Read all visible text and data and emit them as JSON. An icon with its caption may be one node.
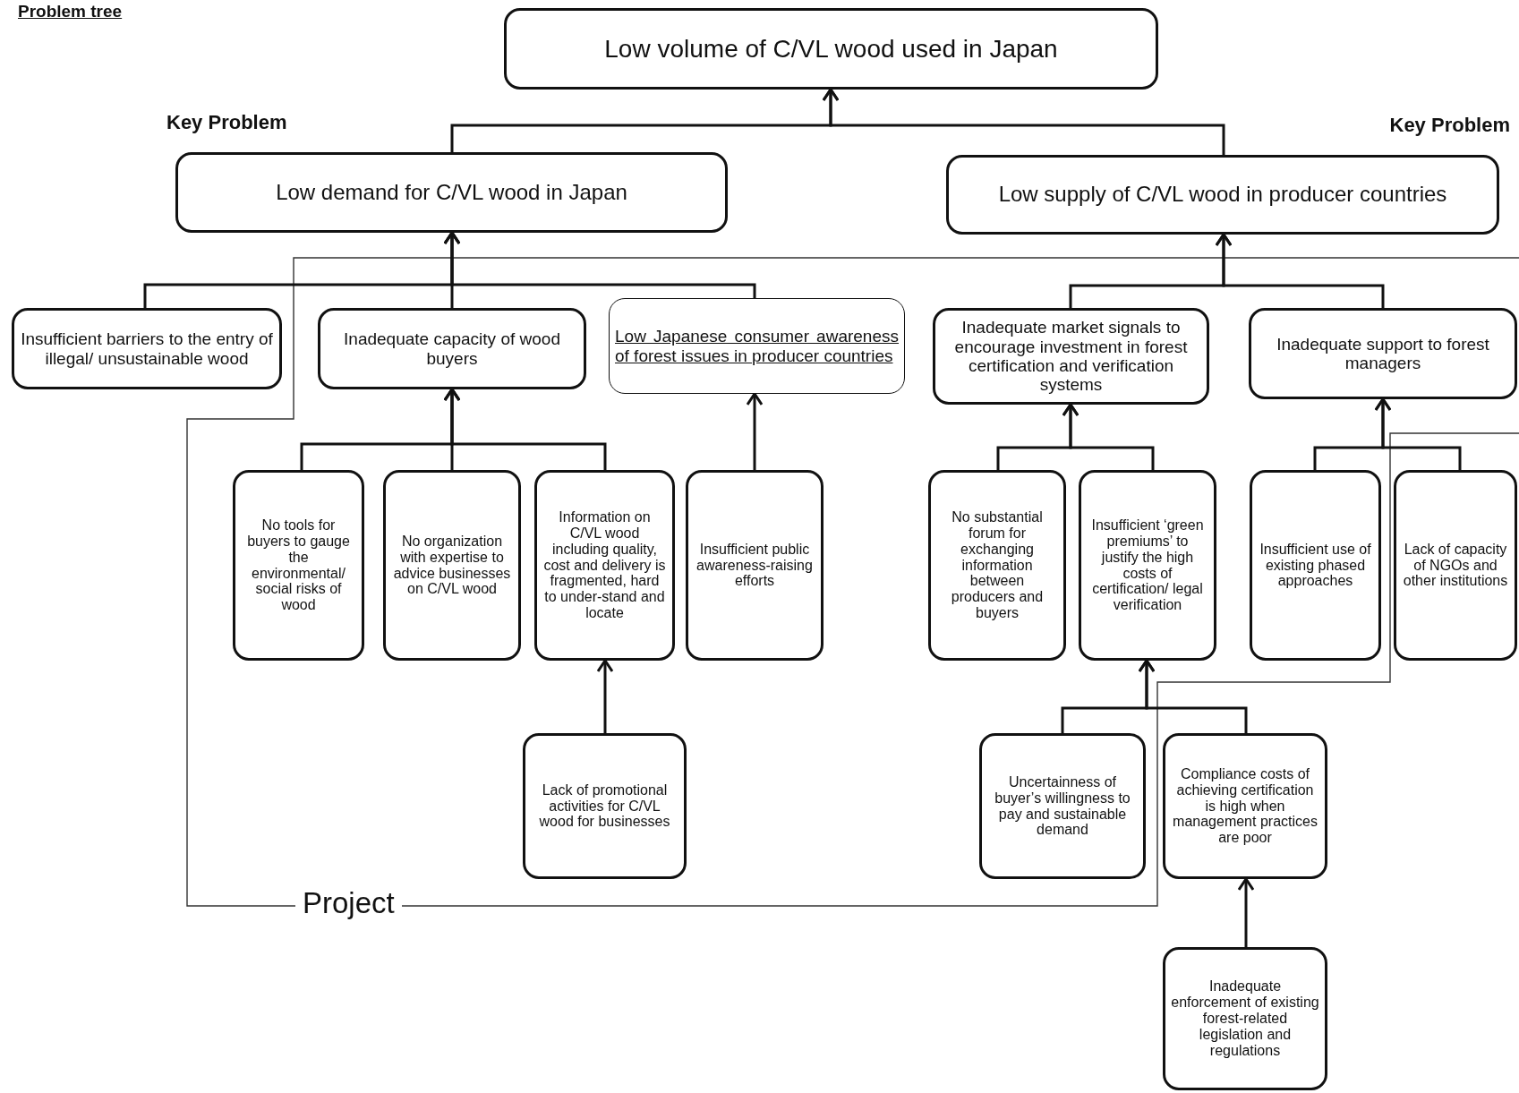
{
  "diagram": {
    "title": "Problem tree",
    "nodes": [
      {
        "text": [
          "Low volume of C/VL wood used in Japan"
        ]
      },
      {
        "text": [
          "Low demand for C/VL wood in Japan"
        ],
        "beside": [
          "Key Problem"
        ]
      },
      {
        "text": [
          "Low supply of C/VL wood in producer countries"
        ],
        "beside": [
          "Key Problem"
        ]
      },
      {
        "text": [
          "Insufficient barriers to the entry of illegal/ unsustainable wood"
        ]
      },
      {
        "text": [
          "Inadequate capacity of wood buyers"
        ]
      },
      {
        "text": [
          "Low Japanese consumer awareness of forest issues in producer countries"
        ]
      },
      {
        "text": [
          "Inadequate market signals to encourage investment in forest certification and verification systems"
        ]
      },
      {
        "text": [
          "Inadequate support to forest managers"
        ]
      },
      {
        "text": [
          "No tools for buyers to gauge the environmental/ social risks of wood"
        ]
      },
      {
        "text": [
          "No organization with expertise to advice businesses on C/VL wood"
        ]
      },
      {
        "text": [
          "Information on C/VL wood including quality, cost and delivery is fragmented, hard to under-stand and locate"
        ]
      },
      {
        "text": [
          "Insufficient public awareness-raising efforts"
        ]
      },
      {
        "text": [
          "No substantial forum for exchanging information between producers and buyers"
        ]
      },
      {
        "text": [
          "Insufficient ‘green premiums’ to justify the high costs of certification/ legal verification"
        ]
      },
      {
        "text": [
          "Insufficient use of existing phased approaches"
        ]
      },
      {
        "text": [
          "Lack of capacity of NGOs and other institutions"
        ]
      },
      {
        "text": [
          "Lack of promotional activities for C/VL wood for businesses"
        ]
      },
      {
        "text": [
          "Uncertainness of buyer’s willingness to pay and sustainable demand"
        ]
      },
      {
        "text": [
          "Compliance costs of achieving certification is high when management practices are poor"
        ]
      },
      {
        "text": [
          "Inadequate enforcement of existing forest-related legislation and regulations"
        ]
      }
    ],
    "edges": [
      {
        "from": 1,
        "to": 0,
        "arrow": "to"
      },
      {
        "from": 2,
        "to": 0,
        "arrow": "to"
      },
      {
        "from": 3,
        "to": 1,
        "arrow": "to"
      },
      {
        "from": 4,
        "to": 1,
        "arrow": "to"
      },
      {
        "from": 5,
        "to": 1,
        "arrow": "to"
      },
      {
        "from": 6,
        "to": 2,
        "arrow": "to"
      },
      {
        "from": 7,
        "to": 2,
        "arrow": "to"
      },
      {
        "from": 8,
        "to": 4,
        "arrow": "to"
      },
      {
        "from": 9,
        "to": 4,
        "arrow": "to"
      },
      {
        "from": 10,
        "to": 4,
        "arrow": "to"
      },
      {
        "from": 11,
        "to": 5,
        "arrow": "to"
      },
      {
        "from": 12,
        "to": 6,
        "arrow": "to"
      },
      {
        "from": 13,
        "to": 6,
        "arrow": "to"
      },
      {
        "from": 14,
        "to": 7,
        "arrow": "to"
      },
      {
        "from": 15,
        "to": 7,
        "arrow": "to"
      },
      {
        "from": 16,
        "to": 10,
        "arrow": "to"
      },
      {
        "from": 17,
        "to": 13,
        "arrow": "to"
      },
      {
        "from": 18,
        "to": 13,
        "arrow": "to"
      },
      {
        "from": 19,
        "to": 18,
        "arrow": "to"
      }
    ],
    "labels": [
      "Project"
    ]
  }
}
